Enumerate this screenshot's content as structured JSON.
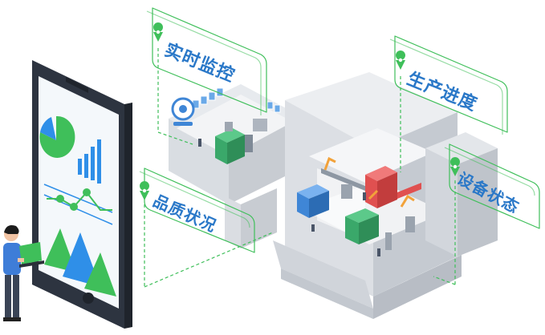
{
  "callouts": {
    "realtime_monitoring": "实时监控",
    "production_progress": "生产进度",
    "device_status": "设备状态",
    "quality_status": "品质状况"
  },
  "colors": {
    "accent_green": "#3fbf5a",
    "label_blue": "#2a78c8",
    "chart_blue": "#2f8fe8",
    "machine_green": "#3aa86a",
    "machine_red": "#e05050",
    "wall_gray": "#d9dde2"
  },
  "icons": {
    "camera": "camera-icon",
    "map_pin": "map-pin-icon",
    "worker": "person-icon"
  }
}
